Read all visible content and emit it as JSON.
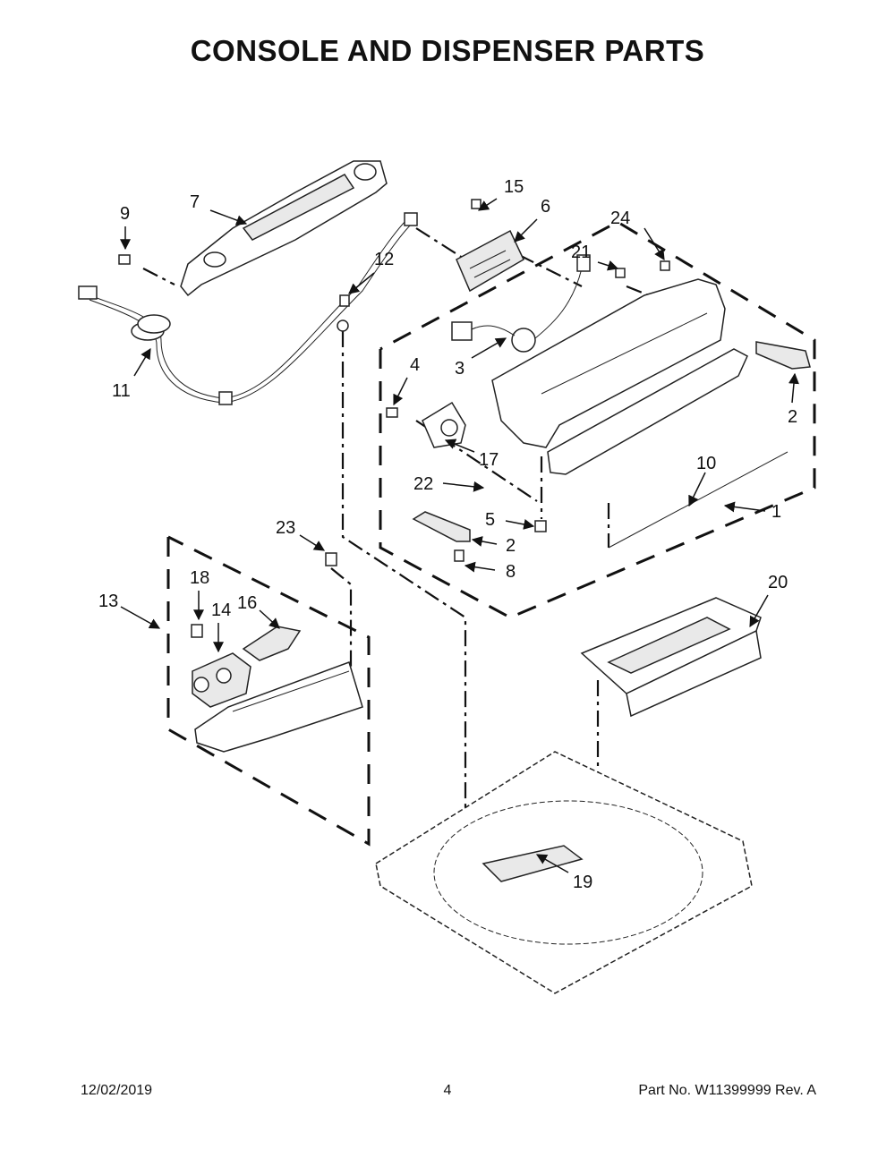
{
  "title": "CONSOLE AND DISPENSER PARTS",
  "callouts": [
    {
      "id": "c1",
      "label": "1"
    },
    {
      "id": "c2a",
      "label": "2"
    },
    {
      "id": "c2b",
      "label": "2"
    },
    {
      "id": "c3",
      "label": "3"
    },
    {
      "id": "c4",
      "label": "4"
    },
    {
      "id": "c5",
      "label": "5"
    },
    {
      "id": "c6",
      "label": "6"
    },
    {
      "id": "c7",
      "label": "7"
    },
    {
      "id": "c8",
      "label": "8"
    },
    {
      "id": "c9",
      "label": "9"
    },
    {
      "id": "c10",
      "label": "10"
    },
    {
      "id": "c11",
      "label": "11"
    },
    {
      "id": "c12",
      "label": "12"
    },
    {
      "id": "c13",
      "label": "13"
    },
    {
      "id": "c14",
      "label": "14"
    },
    {
      "id": "c15",
      "label": "15"
    },
    {
      "id": "c16",
      "label": "16"
    },
    {
      "id": "c17",
      "label": "17"
    },
    {
      "id": "c18",
      "label": "18"
    },
    {
      "id": "c19",
      "label": "19"
    },
    {
      "id": "c20",
      "label": "20"
    },
    {
      "id": "c21",
      "label": "21"
    },
    {
      "id": "c22",
      "label": "22"
    },
    {
      "id": "c23",
      "label": "23"
    },
    {
      "id": "c24",
      "label": "24"
    }
  ],
  "footer": {
    "date": "12/02/2019",
    "page": "4",
    "part_no": "Part No.  W11399999   Rev.  A"
  }
}
